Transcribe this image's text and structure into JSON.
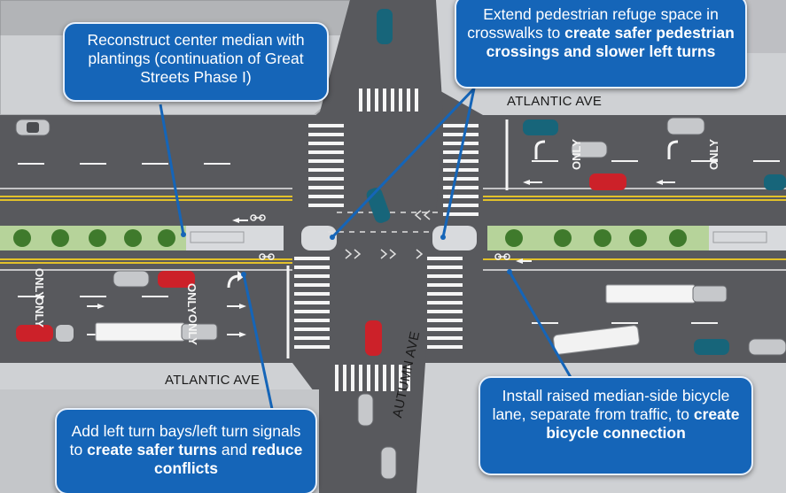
{
  "streets": {
    "atlantic_top": "ATLANTIC AVE",
    "atlantic_bottom": "ATLANTIC AVE",
    "autumn": "AUTUMN AVE"
  },
  "lane_markings": {
    "only": "ONLY"
  },
  "callouts": {
    "median": {
      "text": "Reconstruct center median with plantings (continuation of Great Streets Phase I)"
    },
    "refuge": {
      "text_plain": "Extend pedestrian refuge space in crosswalks to ",
      "text_bold": "create safer pedestrian crossings and slower left turns"
    },
    "turn_bays": {
      "text_plain_1": "Add left turn bays/left turn signals to ",
      "text_bold_1": "create safer turns",
      "text_plain_2": " and ",
      "text_bold_2": "reduce conflicts"
    },
    "bike_lane": {
      "text_plain": "Install raised median-side bicycle lane, separate from traffic, to ",
      "text_bold": "create bicycle connection"
    }
  },
  "colors": {
    "road": "#58595d",
    "sidewalk": "#c9cbcf",
    "median": "#b6d39a",
    "callout": "#1565b8"
  }
}
